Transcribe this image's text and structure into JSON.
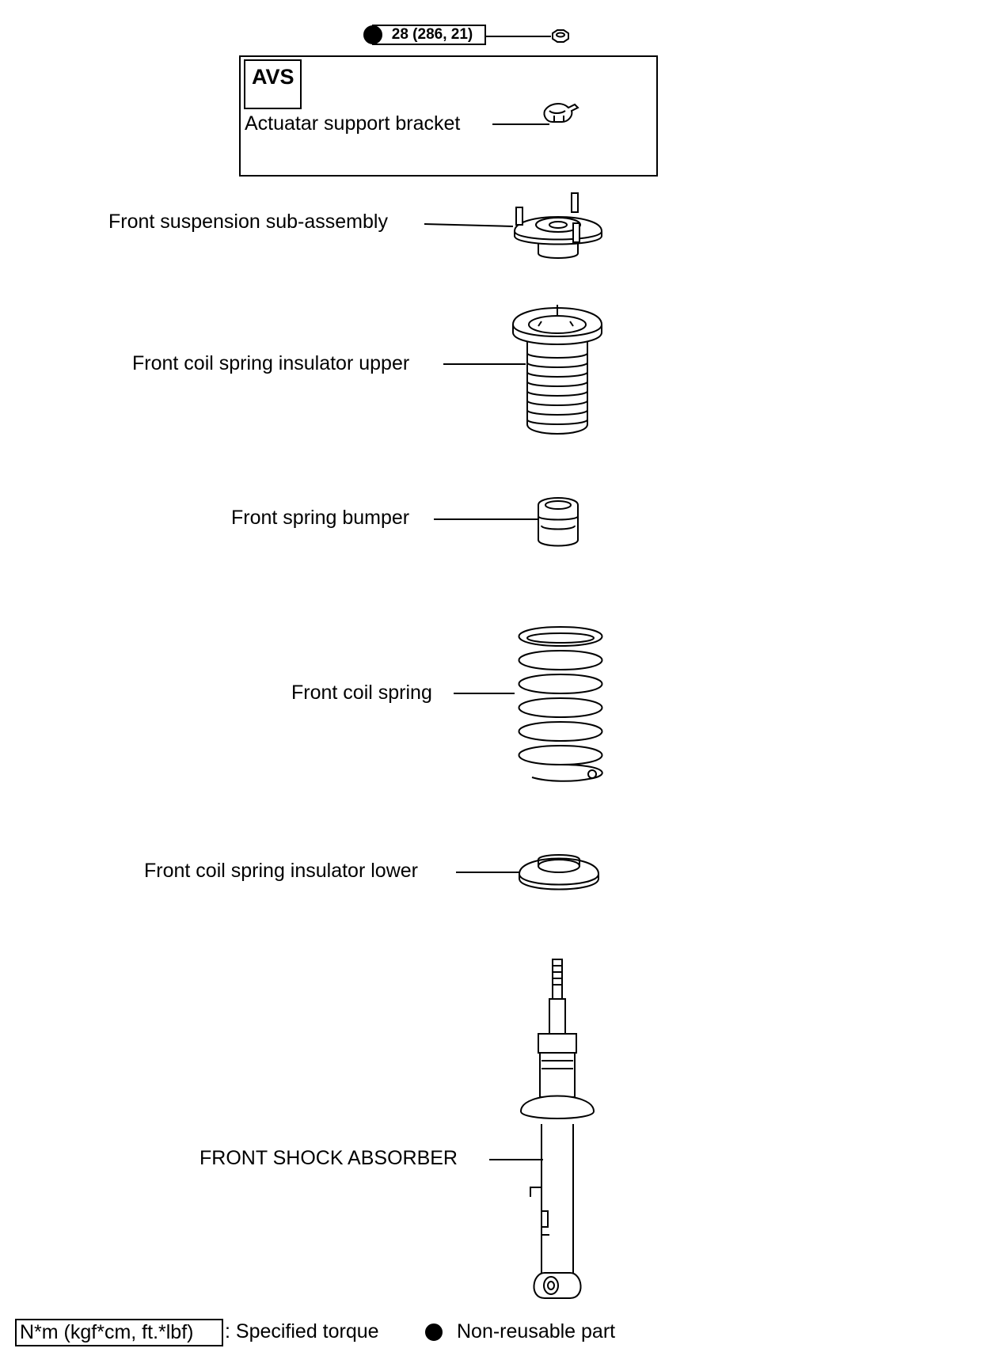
{
  "torque_spec": {
    "value": "28 (286, 21)"
  },
  "avs_box": {
    "tag": "AVS",
    "part_label": "Actuatar support bracket"
  },
  "parts": [
    {
      "label": "Front suspension sub-assembly"
    },
    {
      "label": "Front coil spring insulator upper"
    },
    {
      "label": "Front spring bumper"
    },
    {
      "label": "Front coil spring"
    },
    {
      "label": "Front coil spring insulator lower"
    },
    {
      "label": "FRONT SHOCK ABSORBER"
    }
  ],
  "legend": {
    "torque_units": "N*m (kgf*cm, ft.*lbf)",
    "torque_text": ": Specified torque",
    "nonreusable_text": "Non-reusable part"
  },
  "colors": {
    "ink": "#000000",
    "paper": "#ffffff"
  }
}
